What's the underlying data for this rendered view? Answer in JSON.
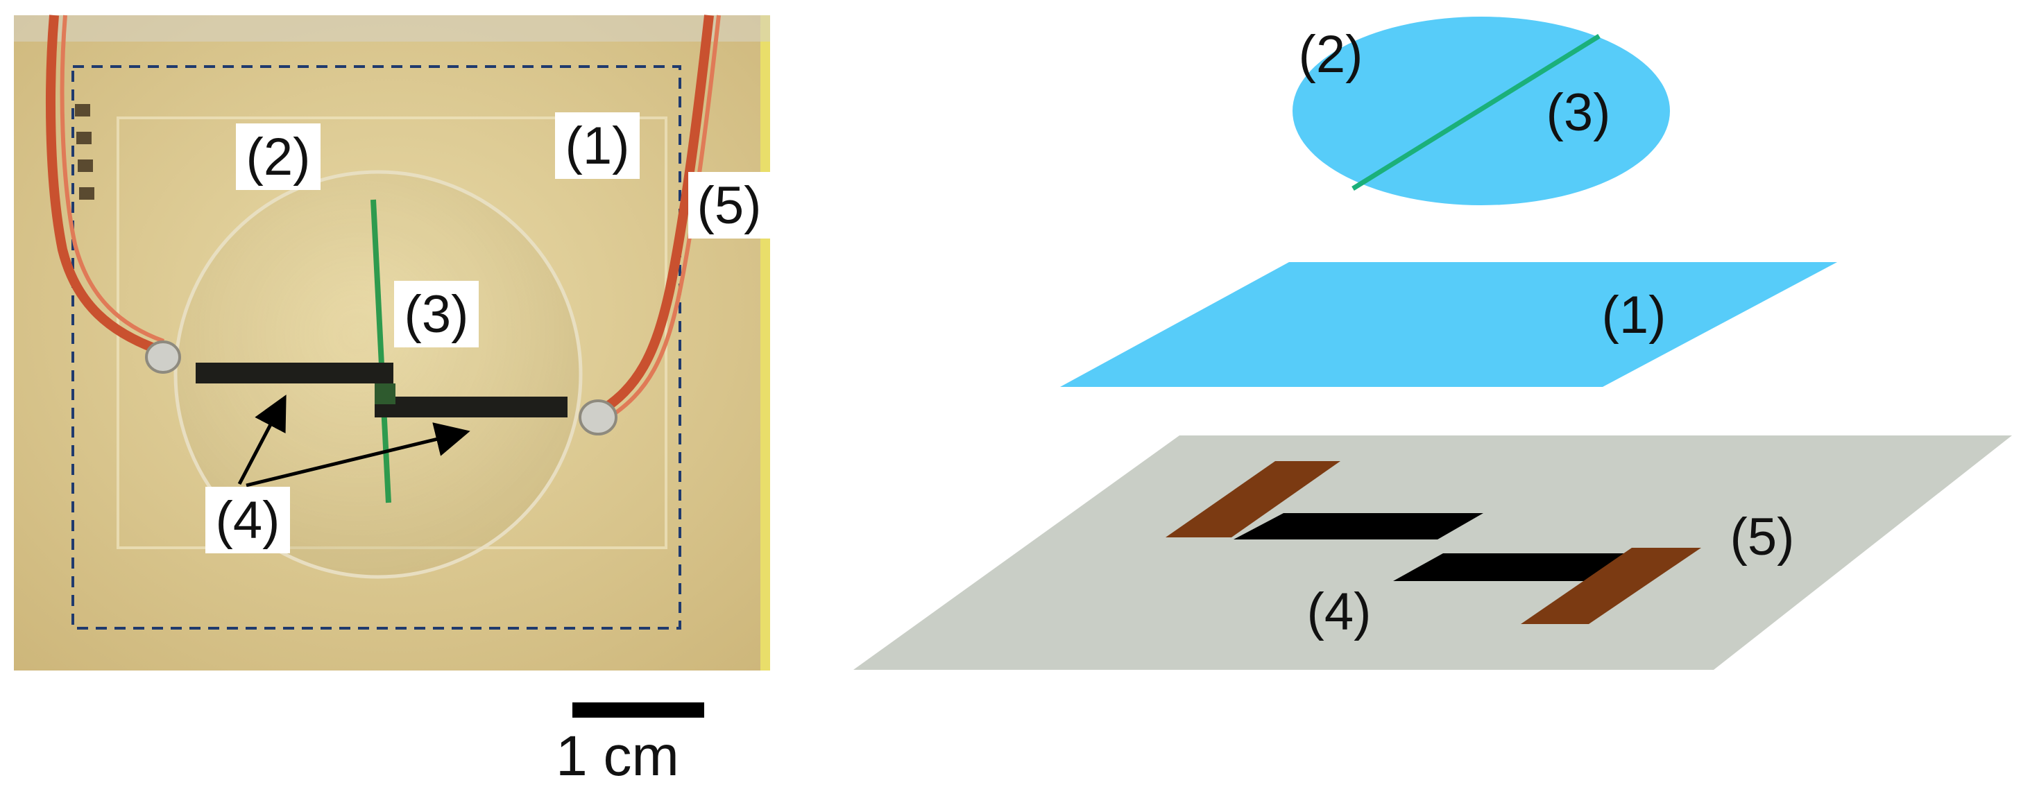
{
  "photo": {
    "labels": {
      "film_side": "(1)",
      "droplet": "(2)",
      "channel": "(3)",
      "electrodes": "(4)",
      "wire": "(5)"
    },
    "scale_bar": {
      "label": "1 cm"
    }
  },
  "schematic": {
    "labels": {
      "droplet": "(2)",
      "channel": "(3)",
      "film_layer": "(1)",
      "wire": "(5)",
      "electrodes": "(4)"
    }
  },
  "colors": {
    "droplet_layer": "#57CCF9",
    "channel_line": "#1BB07A",
    "substrate": "#C9CEC6",
    "electrode_pad": "#7B3A12",
    "electrode_strip": "#000000",
    "photo_background": "#D9C58E",
    "wire": "#C74A2E",
    "dashed_outline": "#1F3A6E"
  }
}
